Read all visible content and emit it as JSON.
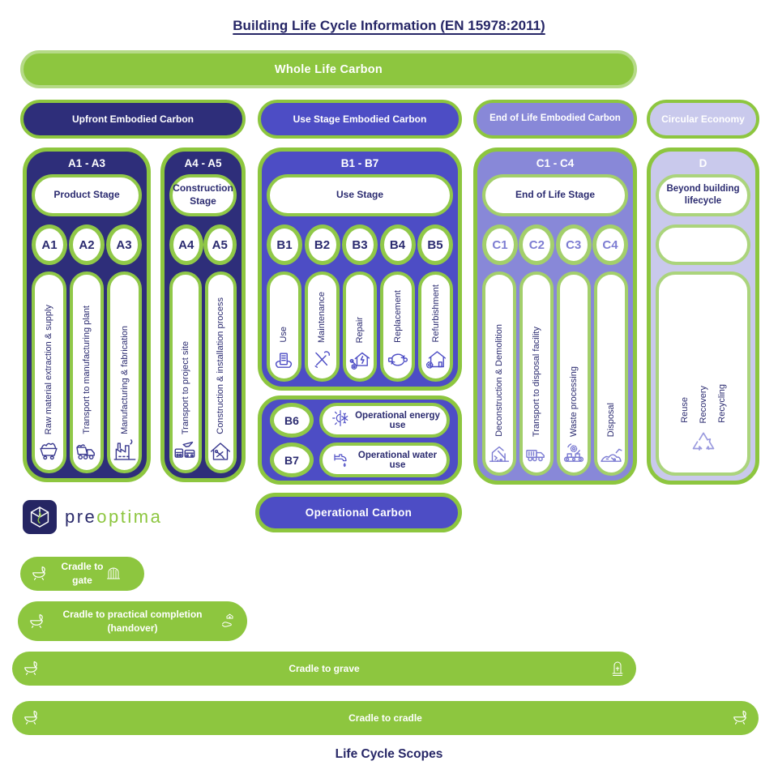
{
  "title": "Building Life Cycle Information (EN 15978:2011)",
  "banners": {
    "whole_life_carbon": "Whole Life Carbon",
    "operational_carbon": "Operational Carbon"
  },
  "headers": [
    {
      "label": "Upfront Embodied Carbon",
      "color": "#2e2e7a"
    },
    {
      "label": "Use Stage Embodied Carbon",
      "color": "#4d4dc5"
    },
    {
      "label": "End of Life Embodied Carbon",
      "color": "#8888d8"
    },
    {
      "label": "Circular Economy",
      "color": "#c9c9ec"
    }
  ],
  "columns": {
    "a13": {
      "code": "A1 - A3",
      "stage": "Product Stage",
      "items": [
        {
          "code": "A1",
          "label": "Raw material extraction & supply",
          "icon": "mine-cart"
        },
        {
          "code": "A2",
          "label": "Transport to manufacturing plant",
          "icon": "dump-truck"
        },
        {
          "code": "A3",
          "label": "Manufacturing & fabrication",
          "icon": "factory"
        }
      ]
    },
    "a45": {
      "code": "A4 - A5",
      "stage": "Construction Stage",
      "items": [
        {
          "code": "A4",
          "label": "Transport to project site",
          "icon": "transport-vehicles"
        },
        {
          "code": "A5",
          "label": "Construction & installation process",
          "icon": "house-tools"
        }
      ]
    },
    "b17": {
      "code": "B1 - B7",
      "stage": "Use Stage",
      "items": [
        {
          "code": "B1",
          "label": "Use",
          "icon": "building-hands"
        },
        {
          "code": "B2",
          "label": "Maintenance",
          "icon": "wrench-hand"
        },
        {
          "code": "B3",
          "label": "Repair",
          "icon": "house-repair"
        },
        {
          "code": "B4",
          "label": "Replacement",
          "icon": "cycle-arrows"
        },
        {
          "code": "B5",
          "label": "Refurbishment",
          "icon": "house-gear"
        }
      ]
    },
    "b67": {
      "items": [
        {
          "code": "B6",
          "label": "Operational energy use",
          "icon": "sun-snowflake"
        },
        {
          "code": "B7",
          "label": "Operational water use",
          "icon": "faucet-drop"
        }
      ]
    },
    "c14": {
      "code": "C1 - C4",
      "stage": "End of Life Stage",
      "items": [
        {
          "code": "C1",
          "label": "Deconstruction & Demolition",
          "icon": "broken-house"
        },
        {
          "code": "C2",
          "label": "Transport to disposal facility",
          "icon": "garbage-truck"
        },
        {
          "code": "C3",
          "label": "Waste processing",
          "icon": "conveyor-gear"
        },
        {
          "code": "C4",
          "label": "Disposal",
          "icon": "debris-pile"
        }
      ]
    },
    "d": {
      "code": "D",
      "stage": "Beyond building lifecycle",
      "labels": [
        "Reuse",
        "Recovery",
        "Recycling"
      ],
      "icon": "recycle"
    }
  },
  "logo": {
    "pre": "pre",
    "optima": "optima"
  },
  "scopes": {
    "title": "Life Cycle Scopes",
    "bars": [
      {
        "label": "Cradle to gate",
        "left_icon": "cradle",
        "right_icon": "gate"
      },
      {
        "label": "Cradle to practical completion (handover)",
        "left_icon": "cradle",
        "right_icon": "hand-house"
      },
      {
        "label": "Cradle to grave",
        "left_icon": "cradle",
        "right_icon": "tombstone"
      },
      {
        "label": "Cradle to cradle",
        "left_icon": "cradle",
        "right_icon": "cradle"
      }
    ]
  },
  "colors": {
    "green": "#8dc63f",
    "navy": "#2e2e7a",
    "use_stage_purple": "#4d4dc5",
    "end_of_life_purple": "#8888d8",
    "circular_lavender": "#c9c9ec",
    "text_navy": "#2b2b70"
  }
}
